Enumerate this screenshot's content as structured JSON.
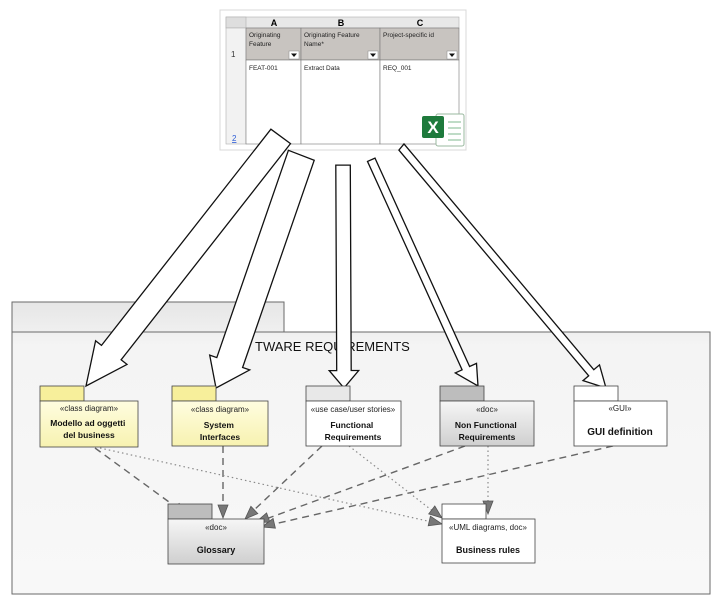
{
  "spreadsheet": {
    "columns": [
      "A",
      "B",
      "C"
    ],
    "row_numbers": [
      "1",
      "2"
    ],
    "header_cells": [
      [
        "Originating",
        "Feature"
      ],
      [
        "Originating Feature",
        "Name*"
      ],
      [
        "Project-specific id"
      ]
    ],
    "data_cells": [
      "FEAT-001",
      "Extract Data",
      "REQ_001"
    ],
    "app_icon": "excel-icon",
    "app_icon_letter": "X"
  },
  "package": {
    "title": "TWARE REQUIREMENTS"
  },
  "artifacts": {
    "modello": {
      "stereotype": "«class diagram»",
      "name": [
        "Modello ad oggetti",
        "del business"
      ]
    },
    "system_interfaces": {
      "stereotype": "«class diagram»",
      "name": [
        "System",
        "Interfaces"
      ]
    },
    "functional": {
      "stereotype": "«use case/user stories»",
      "name": [
        "Functional",
        "Requirements"
      ]
    },
    "non_functional": {
      "stereotype": "«doc»",
      "name": [
        "Non Functional",
        "Requirements"
      ]
    },
    "gui": {
      "stereotype": "«GUI»",
      "name": [
        "GUI definition"
      ]
    },
    "glossary": {
      "stereotype": "«doc»",
      "name": [
        "Glossary"
      ]
    },
    "business_rules": {
      "stereotype": "«UML diagrams, doc»",
      "name": [
        "Business rules"
      ]
    }
  },
  "colors": {
    "yellow_fill": "#fdfbc6",
    "yellow_tab": "#f7ef9b",
    "gray_fill": "#dcdcdc",
    "header_gray": "#c8c4c0",
    "excel_green": "#1e7a3c"
  }
}
